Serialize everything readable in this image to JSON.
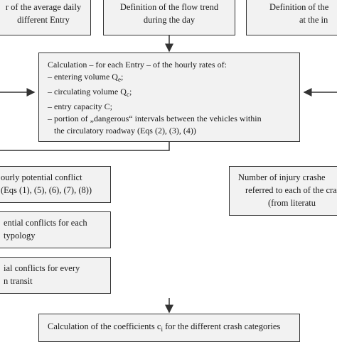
{
  "boxes": {
    "top_left": {
      "lines": [
        "r of the average daily",
        "different Entry"
      ]
    },
    "top_mid": {
      "lines": [
        "Definition of the flow trend",
        "during the day"
      ]
    },
    "top_right": {
      "lines": [
        "Definition of the",
        "at the in"
      ]
    },
    "calc": {
      "title": "Calculation – for each Entry – of the hourly rates of:",
      "items": [
        {
          "text": "– entering volume Q",
          "sub": "e",
          "tail": ";"
        },
        {
          "text": "– circulating volume Q",
          "sub": "c",
          "tail": ";"
        },
        {
          "text": "– entry capacity C;",
          "sub": "",
          "tail": ""
        },
        {
          "text": "– portion of „dangerous“ intervals between the vehicles within",
          "sub": "",
          "tail": ""
        },
        {
          "text": "   the circulatory roadway (Eqs (2), (3), (4))",
          "sub": "",
          "tail": ""
        }
      ]
    },
    "hourly": {
      "lines": [
        "ourly potential conflict",
        "(Eqs (1), (5), (6), (7), (8))"
      ]
    },
    "injury": {
      "lines": [
        "Number of injury crashe",
        "referred to each of the cras",
        "(from literatu"
      ]
    },
    "potential": {
      "lines": [
        "ential conflicts for each",
        "typology"
      ]
    },
    "every": {
      "lines": [
        "ial conflicts for every",
        "n transit"
      ]
    },
    "coeff": {
      "text": "Calculation of the coefficients c",
      "sub": "i",
      "tail": " for the different crash categories"
    }
  },
  "colors": {
    "border": "#333333",
    "fill": "#f2f2f2",
    "line": "#333333"
  }
}
